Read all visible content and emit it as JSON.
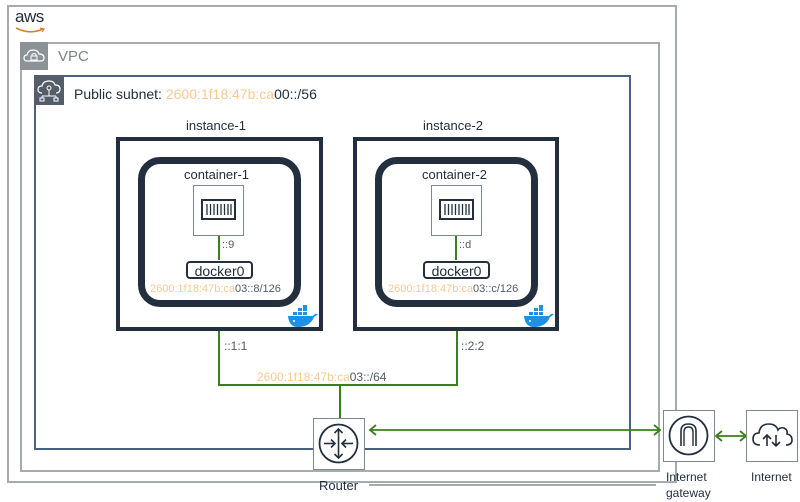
{
  "cloud": {
    "label": "aws"
  },
  "vpc": {
    "label": "VPC",
    "icon": "vpc-lock-cloud-icon"
  },
  "subnet": {
    "label": "Public subnet: ",
    "cidr_prefix": "2600:1f18:47b:ca",
    "cidr_suffix": "00::/56",
    "icon": "subnet-cloud-network-icon"
  },
  "instances": [
    {
      "name": "instance-1",
      "container": {
        "name": "container-1",
        "icon": "container-icon",
        "addr": "::9"
      },
      "bridge": {
        "name": "docker0",
        "cidr_prefix": "2600:1f18:47b:ca",
        "cidr_suffix": "03::8/126"
      },
      "docker_icon": "docker-whale-icon",
      "host_addr": "::1:1"
    },
    {
      "name": "instance-2",
      "container": {
        "name": "container-2",
        "icon": "container-icon",
        "addr": "::d"
      },
      "bridge": {
        "name": "docker0",
        "cidr_prefix": "2600:1f18:47b:ca",
        "cidr_suffix": "03::c/126"
      },
      "docker_icon": "docker-whale-icon",
      "host_addr": "::2:2"
    }
  ],
  "link": {
    "cidr_prefix": "2600:1f18:47b:ca",
    "cidr_suffix": "03::/64"
  },
  "router": {
    "label": "Router",
    "icon": "router-icon"
  },
  "igw": {
    "label_line1": "Internet",
    "label_line2": "gateway",
    "icon": "internet-gateway-icon"
  },
  "internet": {
    "label": "Internet",
    "icon": "internet-cloud-icon"
  },
  "colors": {
    "prefix": "#f9c991",
    "link": "#3a7f1c",
    "dark": "#232f3e",
    "subnet_border": "#4a6180",
    "group_border": "#a6abad"
  }
}
